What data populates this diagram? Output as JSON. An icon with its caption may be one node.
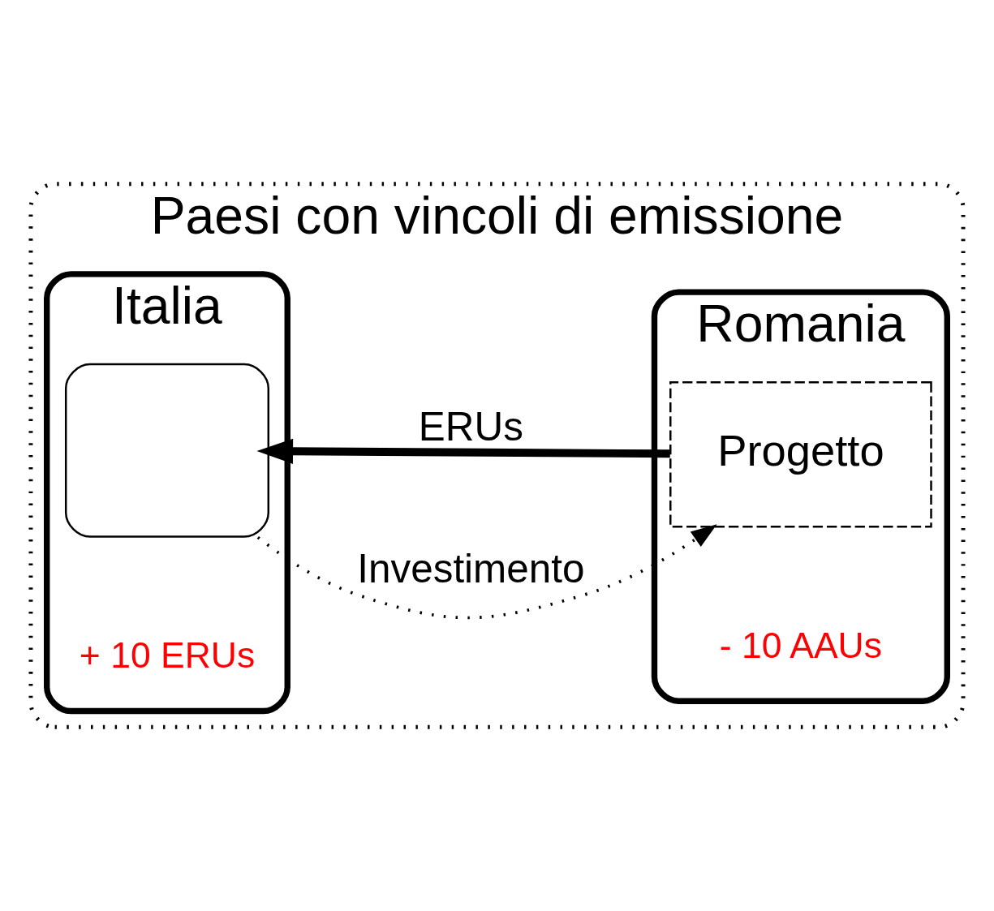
{
  "diagram": {
    "nodes": [
      {
        "text": [
          "Paesi con vincoli di emissione"
        ]
      },
      {
        "text": [
          "Italia"
        ],
        "in": 0
      },
      {
        "text": [],
        "shape": "box",
        "in": 1,
        "beside": [
          "+ 10 ERUs"
        ]
      },
      {
        "text": [
          "Romania"
        ],
        "in": 0,
        "beside": [
          "- 10 AAUs"
        ]
      },
      {
        "text": [
          "Progetto"
        ],
        "in": 3
      }
    ],
    "edges": [
      {
        "from": 2,
        "to": 4,
        "arrow": "to",
        "label": "Investimento",
        "style": "dashed"
      },
      {
        "from": 4,
        "to": 2,
        "arrow": "to",
        "label": "ERUs",
        "style": "thick"
      }
    ]
  }
}
